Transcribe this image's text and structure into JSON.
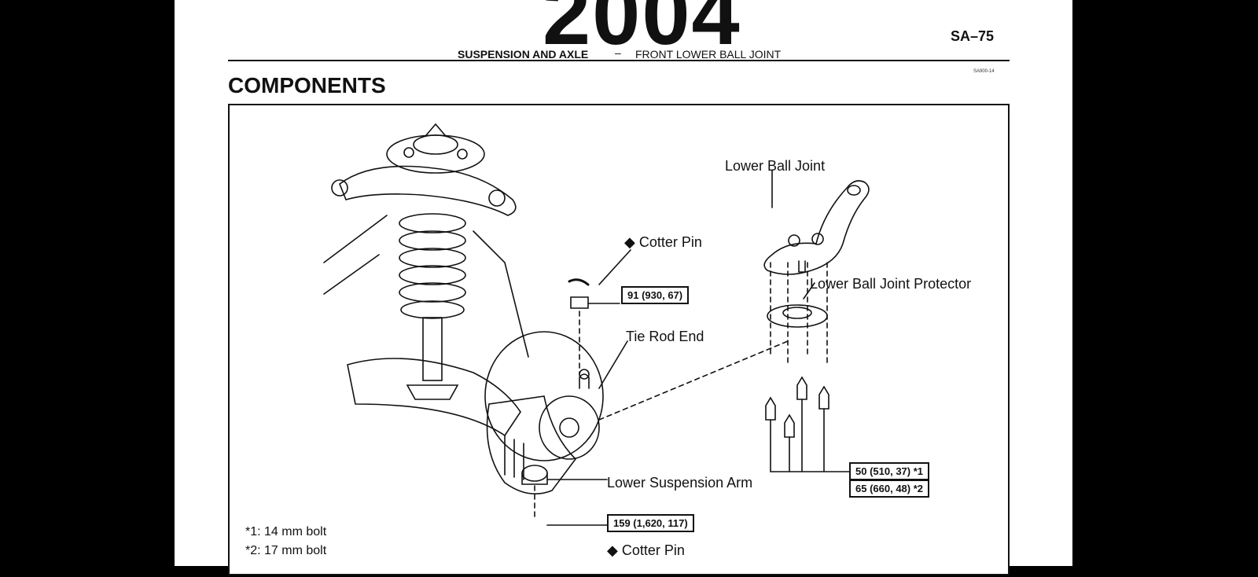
{
  "header": {
    "year": "2004",
    "page_number": "SA–75",
    "section": "SUSPENSION AND AXLE",
    "separator": "–",
    "subsection": "FRONT LOWER BALL JOINT",
    "figure_code": "SA900-14"
  },
  "heading": "COMPONENTS",
  "diagram": {
    "labels": {
      "lower_ball_joint": "Lower Ball Joint",
      "cotter_pin_top": "◆ Cotter Pin",
      "lower_ball_joint_protector": "Lower Ball Joint Protector",
      "tie_rod_end": "Tie Rod End",
      "lower_suspension_arm": "Lower Suspension Arm",
      "cotter_pin_bottom": "◆ Cotter Pin",
      "note1": "*1: 14 mm bolt",
      "note2": "*2: 17 mm bolt"
    },
    "torque_specs": {
      "tie_rod_nut": "91 (930, 67)",
      "ball_joint_bolt_1": "50 (510, 37) *1",
      "ball_joint_bolt_2": "65 (660, 48) *2",
      "ball_joint_nut": "159 (1,620, 117)"
    }
  }
}
